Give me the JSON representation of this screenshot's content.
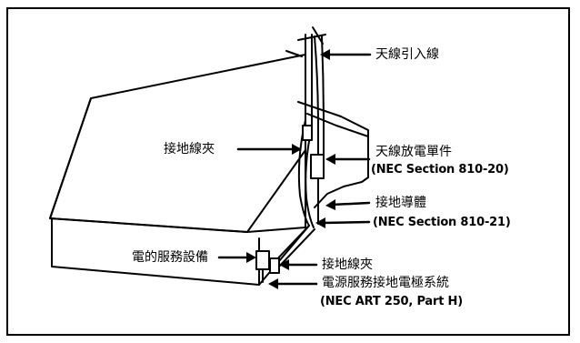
{
  "labels": {
    "lead_in_wire": "天線引入線",
    "ground_clamp_upper": "接地線夾",
    "discharge_unit": "天線放電單件",
    "discharge_unit_ref": "(NEC Section 810-20)",
    "grounding_conductor": "接地導體",
    "grounding_conductor_ref": "(NEC Section 810-21)",
    "service_equipment": "電的服務設備",
    "ground_clamp_lower": "接地線夾",
    "electrode_system": "電源服務接地電極系統",
    "electrode_system_ref": "(NEC ART 250, Part H)"
  },
  "colors": {
    "line": "#000000",
    "background": "#ffffff"
  }
}
